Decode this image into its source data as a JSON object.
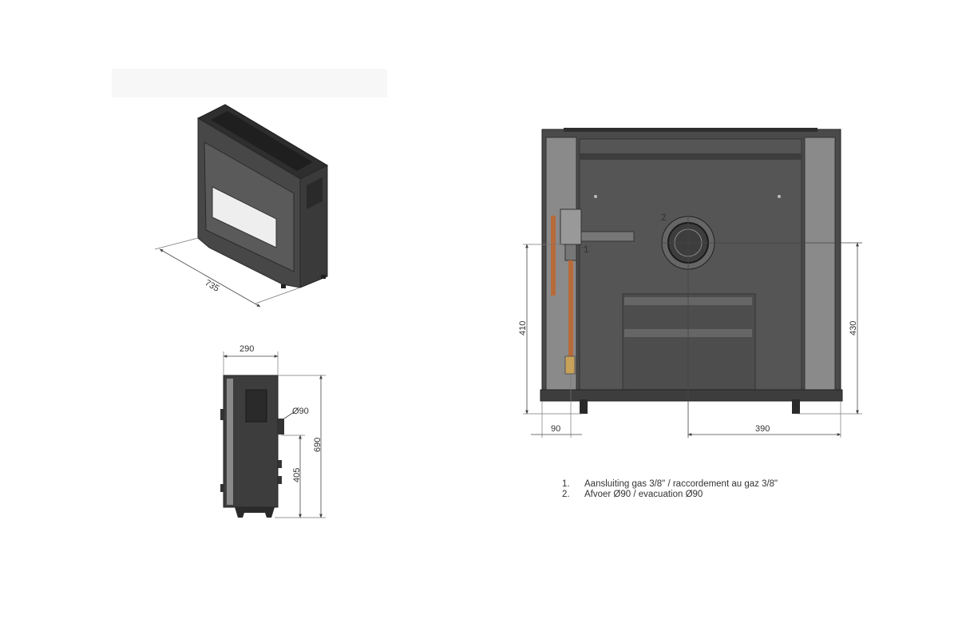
{
  "colors": {
    "body_dark": "#3d3d3d",
    "panel_back": "#555555",
    "side_panel": "#8a8a8a",
    "frame": "#4a4a4a",
    "glass": "#eeeeee",
    "dimension_line": "#444444",
    "copper": "#b86a3a"
  },
  "dimensions": {
    "iso_width": "735",
    "side_depth": "290",
    "side_height": "690",
    "side_flue_height": "405",
    "side_flue_dia": "Ø90",
    "back_gas_height": "410",
    "back_flue_height": "430",
    "back_gas_offset": "90",
    "back_flue_offset": "390"
  },
  "callouts": {
    "gas": "1",
    "flue": "2"
  },
  "legend": [
    {
      "num": "1.",
      "text": "Aansluiting gas 3/8\" / raccordement au gaz 3/8\""
    },
    {
      "num": "2.",
      "text": "Afvoer Ø90 / evacuation Ø90"
    }
  ]
}
